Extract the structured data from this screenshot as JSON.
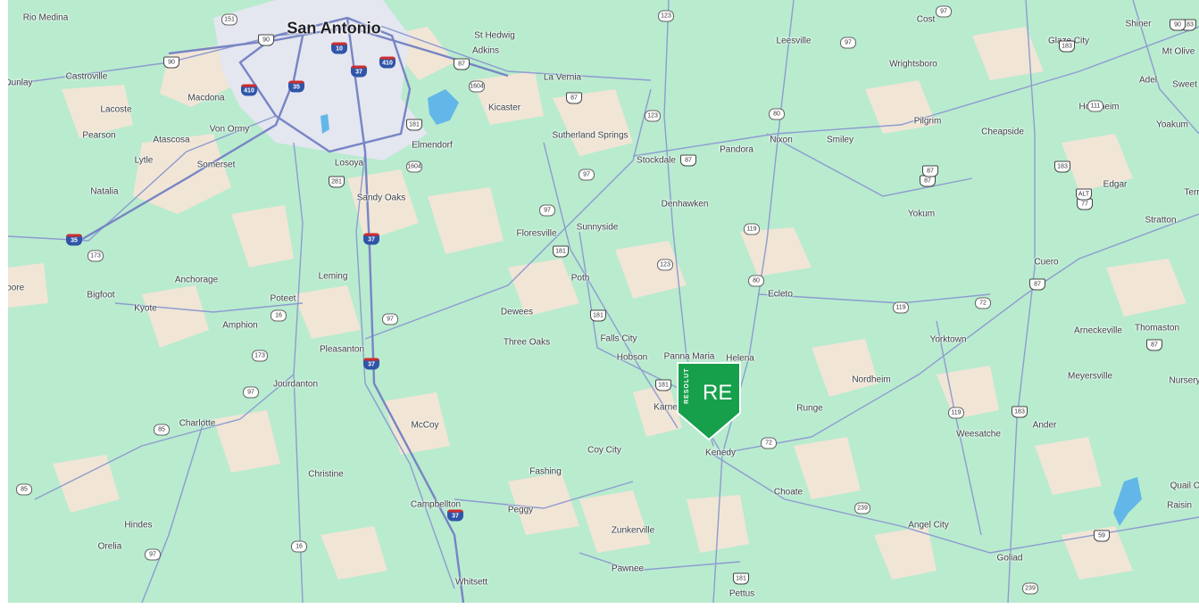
{
  "map": {
    "colors": {
      "land": "#b9ebcf",
      "farmland": "#f1e5d6",
      "urban": "#e4e6f0",
      "road": "#8d9ccf",
      "highway": "#7785c4",
      "water": "#62b7e8"
    },
    "cities": [
      {
        "name": "San Antonio",
        "cls": "big"
      },
      {
        "name": "Rio Medina"
      },
      {
        "name": "Castroville"
      },
      {
        "name": "Dunlay"
      },
      {
        "name": "Lacoste"
      },
      {
        "name": "Macdona"
      },
      {
        "name": "Von Ormy"
      },
      {
        "name": "Pearson"
      },
      {
        "name": "Atascosa"
      },
      {
        "name": "Lytle"
      },
      {
        "name": "Somerset"
      },
      {
        "name": "Natalia"
      },
      {
        "name": "Losoya"
      },
      {
        "name": "Sandy Oaks"
      },
      {
        "name": "Elmendorf"
      },
      {
        "name": "St Hedwig"
      },
      {
        "name": "Adkins"
      },
      {
        "name": "La Vernia"
      },
      {
        "name": "Kicaster"
      },
      {
        "name": "Sutherland Springs"
      },
      {
        "name": "Stockdale"
      },
      {
        "name": "Pandora"
      },
      {
        "name": "Nixon"
      },
      {
        "name": "Smiley"
      },
      {
        "name": "Leesville"
      },
      {
        "name": "Wrightsboro"
      },
      {
        "name": "Cost"
      },
      {
        "name": "Glaze City"
      },
      {
        "name": "Shiner"
      },
      {
        "name": "Mt Olive"
      },
      {
        "name": "Adel"
      },
      {
        "name": "Sweet"
      },
      {
        "name": "Hochheim"
      },
      {
        "name": "Yoakum"
      },
      {
        "name": "Pilgrim"
      },
      {
        "name": "Cheapside"
      },
      {
        "name": "Edgar"
      },
      {
        "name": "Terr"
      },
      {
        "name": "Stratton"
      },
      {
        "name": "Yokum"
      },
      {
        "name": "Denhawken"
      },
      {
        "name": "Floresville"
      },
      {
        "name": "Sunnyside"
      },
      {
        "name": "Poth"
      },
      {
        "name": "Dewees"
      },
      {
        "name": "Three Oaks"
      },
      {
        "name": "Falls City"
      },
      {
        "name": "Hobson"
      },
      {
        "name": "Panna Maria"
      },
      {
        "name": "Helena"
      },
      {
        "name": "Ecleto"
      },
      {
        "name": "Cuero"
      },
      {
        "name": "Arneckeville"
      },
      {
        "name": "Thomaston"
      },
      {
        "name": "Yorktown"
      },
      {
        "name": "Meyersville"
      },
      {
        "name": "Nursery"
      },
      {
        "name": "Nordheim"
      },
      {
        "name": "Runge"
      },
      {
        "name": "Weesatche"
      },
      {
        "name": "Ander"
      },
      {
        "name": "Kenedy"
      },
      {
        "name": "Karnes"
      },
      {
        "name": "Coy City"
      },
      {
        "name": "Fashing"
      },
      {
        "name": "Choate"
      },
      {
        "name": "Angel City"
      },
      {
        "name": "Goliad"
      },
      {
        "name": "Quail Cr"
      },
      {
        "name": "Raisin"
      },
      {
        "name": "Zunkerville"
      },
      {
        "name": "Pawnee"
      },
      {
        "name": "Pettus"
      },
      {
        "name": "Whitsett"
      },
      {
        "name": "Peggy"
      },
      {
        "name": "Campbellton"
      },
      {
        "name": "McCoy"
      },
      {
        "name": "Christine"
      },
      {
        "name": "Charlotte"
      },
      {
        "name": "Hindes"
      },
      {
        "name": "Orelia"
      },
      {
        "name": "Jourdanton"
      },
      {
        "name": "Pleasanton"
      },
      {
        "name": "Amphion"
      },
      {
        "name": "Poteet"
      },
      {
        "name": "Leming"
      },
      {
        "name": "Anchorage"
      },
      {
        "name": "Bigfoot"
      },
      {
        "name": "Kyote"
      },
      {
        "name": "Moore"
      }
    ],
    "shields": [
      {
        "label": "151",
        "type": "state"
      },
      {
        "label": "90",
        "type": "us"
      },
      {
        "label": "90",
        "type": "us"
      },
      {
        "label": "10",
        "type": "interstate"
      },
      {
        "label": "410",
        "type": "interstate"
      },
      {
        "label": "410",
        "type": "interstate"
      },
      {
        "label": "37",
        "type": "interstate"
      },
      {
        "label": "35",
        "type": "interstate"
      },
      {
        "label": "87",
        "type": "us"
      },
      {
        "label": "1604",
        "type": "state"
      },
      {
        "label": "87",
        "type": "us"
      },
      {
        "label": "181",
        "type": "us"
      },
      {
        "label": "1604",
        "type": "state"
      },
      {
        "label": "281",
        "type": "us"
      },
      {
        "label": "123",
        "type": "state"
      },
      {
        "label": "123",
        "type": "state"
      },
      {
        "label": "97",
        "type": "state"
      },
      {
        "label": "97",
        "type": "state"
      },
      {
        "label": "87",
        "type": "us"
      },
      {
        "label": "80",
        "type": "state"
      },
      {
        "label": "97",
        "type": "state"
      },
      {
        "label": "181",
        "type": "us"
      },
      {
        "label": "119",
        "type": "state"
      },
      {
        "label": "123",
        "type": "state"
      },
      {
        "label": "80",
        "type": "state"
      },
      {
        "label": "181",
        "type": "us"
      },
      {
        "label": "181",
        "type": "us"
      },
      {
        "label": "37",
        "type": "interstate"
      },
      {
        "label": "35",
        "type": "interstate"
      },
      {
        "label": "173",
        "type": "state"
      },
      {
        "label": "16",
        "type": "state"
      },
      {
        "label": "97",
        "type": "state"
      },
      {
        "label": "173",
        "type": "state"
      },
      {
        "label": "37",
        "type": "interstate"
      },
      {
        "label": "97",
        "type": "state"
      },
      {
        "label": "85",
        "type": "state"
      },
      {
        "label": "85",
        "type": "state"
      },
      {
        "label": "37",
        "type": "interstate"
      },
      {
        "label": "16",
        "type": "state"
      },
      {
        "label": "97",
        "type": "state"
      },
      {
        "label": "72",
        "type": "state"
      },
      {
        "label": "239",
        "type": "state"
      },
      {
        "label": "181",
        "type": "us"
      },
      {
        "label": "119",
        "type": "state"
      },
      {
        "label": "119",
        "type": "state"
      },
      {
        "label": "72",
        "type": "state"
      },
      {
        "label": "87",
        "type": "us"
      },
      {
        "label": "183",
        "type": "us"
      },
      {
        "label": "87",
        "type": "us"
      },
      {
        "label": "183",
        "type": "us"
      },
      {
        "label": "183",
        "type": "us"
      },
      {
        "label": "77",
        "type": "us"
      },
      {
        "label": "ALT",
        "type": "us"
      },
      {
        "label": "111",
        "type": "state"
      },
      {
        "label": "87",
        "type": "us"
      },
      {
        "label": "97",
        "type": "state"
      },
      {
        "label": "183",
        "type": "us"
      },
      {
        "label": "90",
        "type": "us"
      },
      {
        "label": "59",
        "type": "us"
      },
      {
        "label": "239",
        "type": "state"
      },
      {
        "label": "87",
        "type": "us"
      }
    ],
    "marker": {
      "brand_text": "RESOLUT",
      "initials": "RE",
      "color": "#17a04b"
    }
  }
}
